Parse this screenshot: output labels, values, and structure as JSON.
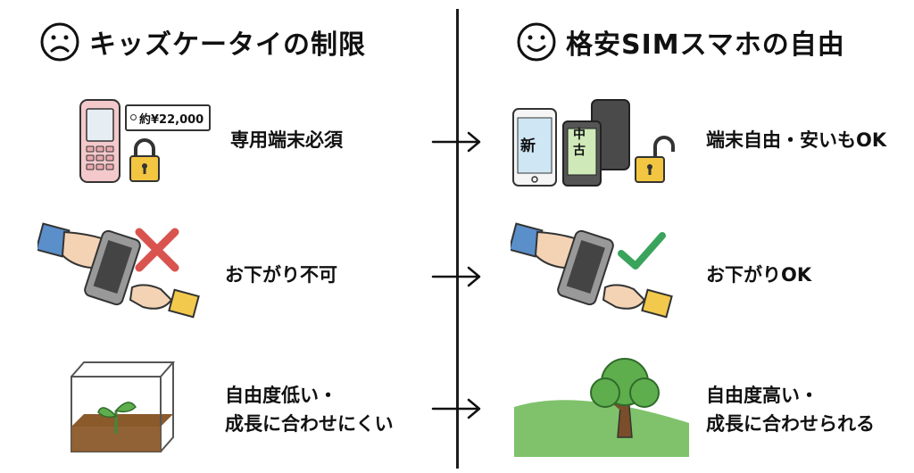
{
  "left": {
    "heading": "キッズケータイの制限",
    "face_icon": "sad-face-icon",
    "price_tag": "約¥22,000",
    "rows": [
      {
        "label": "専用端末必須"
      },
      {
        "label": "お下がり不可"
      },
      {
        "label_line1": "自由度低い・",
        "label_line2": "成長に合わせにくい"
      }
    ]
  },
  "right": {
    "heading": "格安SIMスマホの自由",
    "face_icon": "happy-face-icon",
    "phone_new": "新",
    "phone_used_1": "中",
    "phone_used_2": "古",
    "rows": [
      {
        "label": "端末自由・安いもOK"
      },
      {
        "label": "お下がりOK"
      },
      {
        "label_line1": "自由度高い・",
        "label_line2": "成長に合わせられる"
      }
    ]
  },
  "colors": {
    "phone_pink": "#f3c9cc",
    "lock_yellow": "#f3c641",
    "cross_red": "#d9534f",
    "check_green": "#3aa35c",
    "sleeve_blue": "#5a8fc9",
    "sleeve_yellow": "#f2c94c",
    "skin": "#f4d3b5",
    "grass_green": "#7fc26b",
    "tree_green": "#5fae4e",
    "soil_brown": "#8b5a2b"
  }
}
